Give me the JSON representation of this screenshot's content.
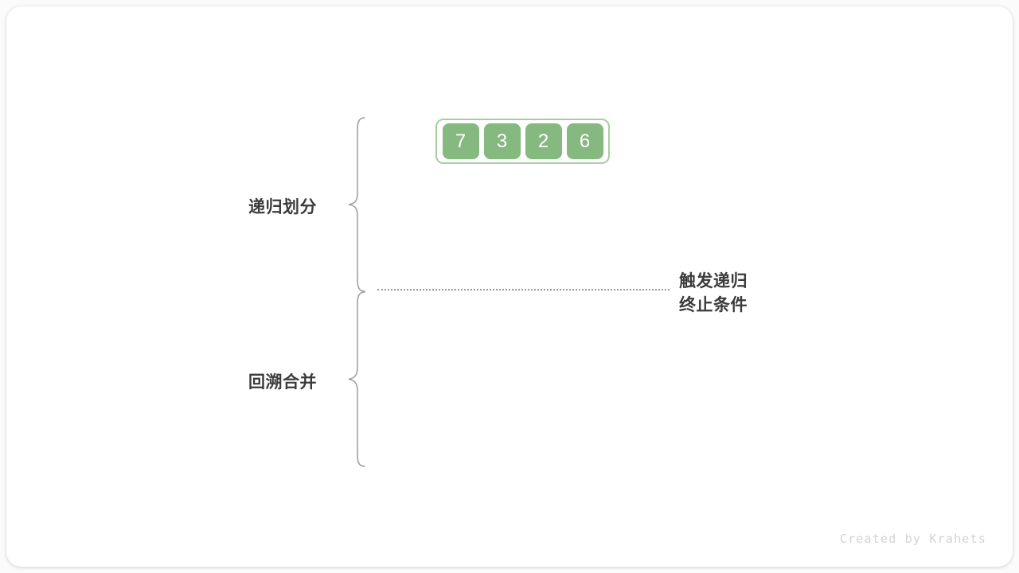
{
  "diagram": {
    "title_alt": "Merge sort recursion diagram",
    "array": {
      "label": "array",
      "values": [
        "7",
        "3",
        "2",
        "6"
      ],
      "cell_color": "#86b97f",
      "outline_color": "#a7cda2",
      "text_color": "#ffffff"
    },
    "sections": [
      {
        "id": "divide",
        "label": "递归划分"
      },
      {
        "id": "merge",
        "label": "回溯合并"
      }
    ],
    "annotation": {
      "line1": "触发递归",
      "line2": "终止条件"
    },
    "divider": {
      "style": "dotted",
      "color": "#9a9a9a"
    },
    "credit": "Created by Krahets",
    "colors": {
      "background": "#fbfbfb",
      "card": "#ffffff",
      "text": "#3b3b3b",
      "credit_text": "#d3d3d3",
      "brace": "#a0a0a0"
    }
  }
}
